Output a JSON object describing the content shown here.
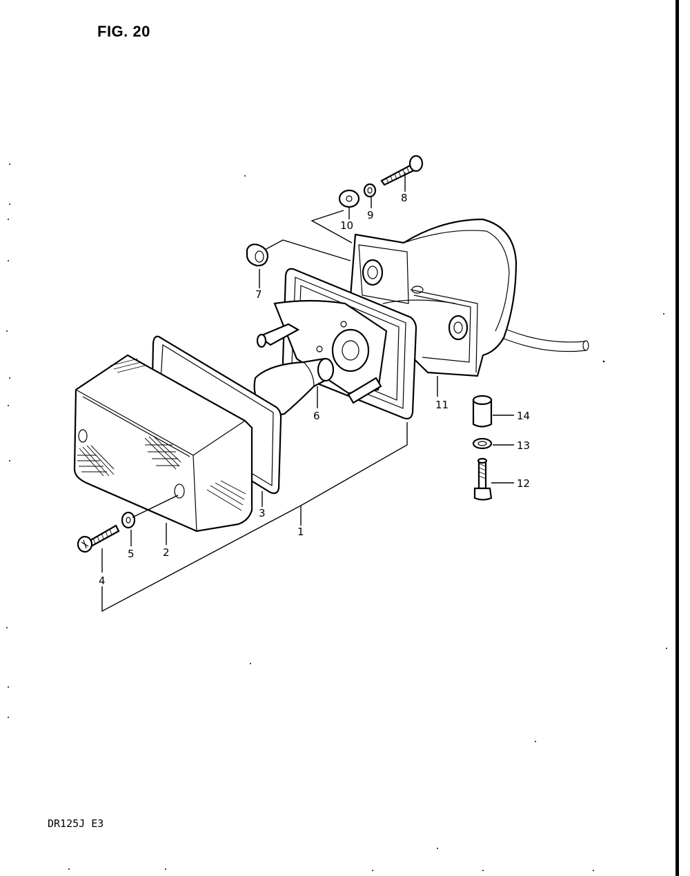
{
  "figure": {
    "title": "FIG. 20"
  },
  "footer": {
    "model": "DR125J  E3"
  },
  "callouts": [
    {
      "id": "1",
      "label": "1"
    },
    {
      "id": "2",
      "label": "2"
    },
    {
      "id": "3",
      "label": "3"
    },
    {
      "id": "4",
      "label": "4"
    },
    {
      "id": "5",
      "label": "5"
    },
    {
      "id": "6",
      "label": "6"
    },
    {
      "id": "7",
      "label": "7"
    },
    {
      "id": "8",
      "label": "8"
    },
    {
      "id": "9",
      "label": "9"
    },
    {
      "id": "10",
      "label": "10"
    },
    {
      "id": "11",
      "label": "11"
    },
    {
      "id": "12",
      "label": "12"
    },
    {
      "id": "13",
      "label": "13"
    },
    {
      "id": "14",
      "label": "14"
    }
  ]
}
